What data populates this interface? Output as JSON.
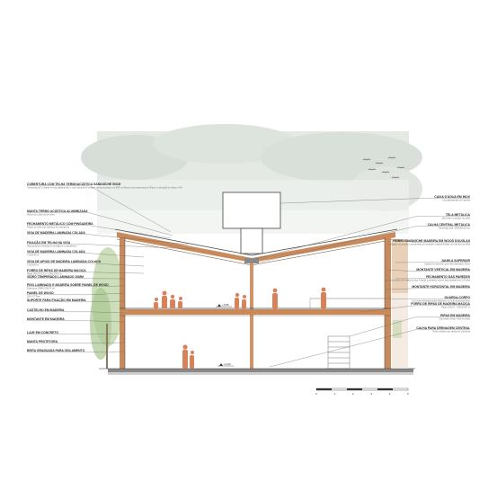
{
  "labels_left": [
    {
      "title": "COBERTURA COM TELHA TERMOACÚSTICA SANDUÍCHE 50CM",
      "sub": "Composta por 2 chapas em aço galvanizado e uma camada de isolante térmico-acústico em EPS ou Mineral com espessura de 50mm e inclinação de telhas = 5%"
    },
    {
      "title": "MANTA TERMO ACÚSTICA ALUMINIZADA",
      "sub": "Abaixo de cobertura de telha"
    },
    {
      "title": "FECHAMENTO METÁLICO COM PINGADEIRA",
      "sub": "Fixado na telha e/ou abertura fixo da parede"
    },
    {
      "title": "VIGA DE MADEIRA LAMINADA COLADA",
      "sub": ""
    },
    {
      "title": "FIXAÇÃO EM TELHA NA VIGA",
      "sub": "Viga apoiada à fachada de anelagens e paredinhas"
    },
    {
      "title": "VIGA DE MADEIRA LAMINADA COLADA",
      "sub": "7,30x0,40 m"
    },
    {
      "title": "VIGA DE APOIO DE MADEIRA LAMINADA COLADA",
      "sub": "7,30x0,40 m"
    },
    {
      "title": "FORRO DE RIPAS DE MADEIRA MACIÇA",
      "sub": "Ripas 100x70x7,2 m + 260x170x7 m"
    },
    {
      "title": "VIDRO TEMPERADO LAMINADO 10MM",
      "sub": ""
    },
    {
      "title": "PISO LAMINADO E MADEIRA SOBRE PAINEL DE WOOD",
      "sub": "Espessura 15MM 100x70 cm"
    },
    {
      "title": "PAINEL DE WOOD",
      "sub": "100+ 70 Tons"
    },
    {
      "title": "SUPORTE PARA FIXAÇÃO EM MADEIRA",
      "sub": ""
    },
    {
      "title": "CASTELHO EM MADEIRA",
      "sub": ""
    },
    {
      "title": "MONTANTE EM MADEIRA",
      "sub": ""
    },
    {
      "title": "LAJE EM CONCRETO",
      "sub": ""
    },
    {
      "title": "MANTA PROTETORA",
      "sub": ""
    },
    {
      "title": "BRITA GRADUADA PARA ISOLAMENTO",
      "sub": ""
    }
  ],
  "labels_right": [
    {
      "title": "CAIXA D'ÁGUA EM INOX",
      "sub": "Inox galvanizada de madeira"
    },
    {
      "title": "TELA METÁLICA",
      "sub": "para fixar e proteger da calha"
    },
    {
      "title": "CALHA CENTRAL METÁLICA",
      "sub": "Dimensão total: 1000x80x0,5 cm"
    },
    {
      "title": "PAINEL SANDUÍCHE MADEIRA EM WOOD DOUGLAS",
      "sub": "Instalação no ferrolho e pendurado por anteparo madeira fixadas na estrutura da telha"
    },
    {
      "title": "JANELA SUPERIOR",
      "sub": "Caixilho em alumínio com vidro laminado 10mm"
    },
    {
      "title": "MONTANTE VERTICAL EM MADEIRA",
      "sub": ""
    },
    {
      "title": "FECHAMENTO DAS PAREDES",
      "sub": "Cimento interno com chapa de aço 4 fiadas contrafeito interno para acabamento 3,5 linha"
    },
    {
      "title": "MONTANTE HORIZONTAL EM MADEIRA",
      "sub": ""
    },
    {
      "title": "GUARDA-CORPO",
      "sub": "Com vidro laminado sobre balaústre em vidro laminado 8mm"
    },
    {
      "title": "FORRO DE RIPAS DE MADEIRA MACIÇA",
      "sub": "Ripas 100x70 + 260x170x7 m"
    },
    {
      "title": "RIPAS EM MADEIRA",
      "sub": "Dimensões finais: 40x4 em linha"
    },
    {
      "title": "CALHA PARA DRENAGEM CENTRAL",
      "sub": "Telha metálica com tampa de cobertura"
    }
  ],
  "levels": [
    {
      "name": "+3,85"
    },
    {
      "name": "+0,00"
    }
  ],
  "scale_marks": [
    "0",
    "1",
    "2",
    "3",
    "4",
    "5"
  ],
  "colors": {
    "sky": "#d5dbd5",
    "wood": "#c98a5b",
    "figure": "#d9825a",
    "tree": "#b9d3a2",
    "line": "#555555"
  }
}
